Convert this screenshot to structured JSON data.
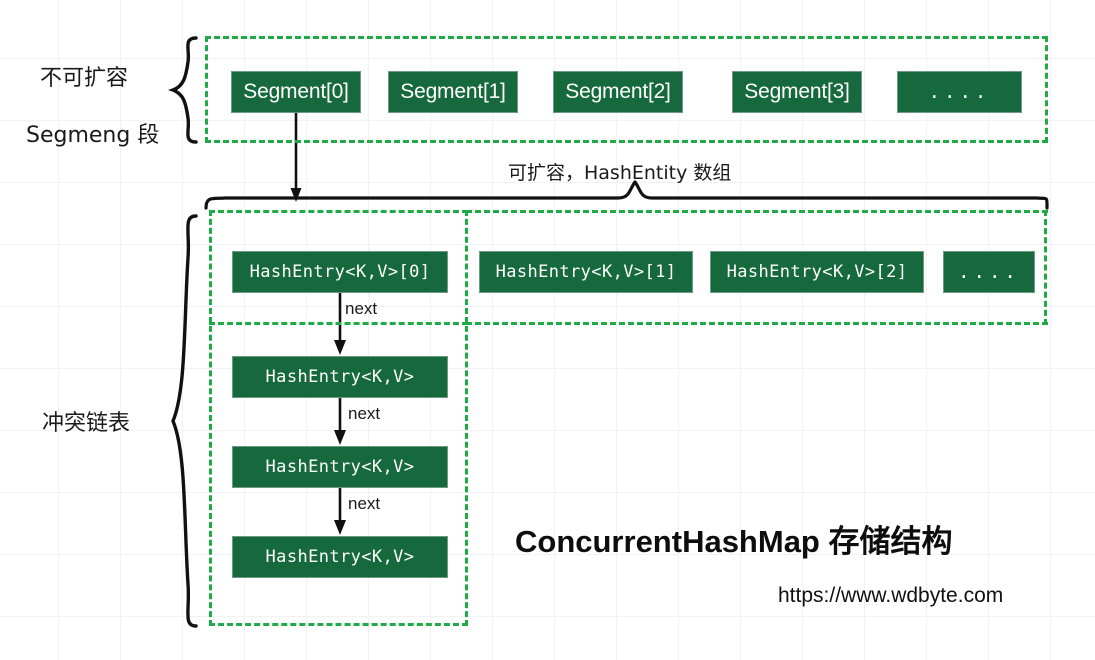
{
  "diagram": {
    "title": "ConcurrentHashMap 存储结构",
    "url": "https://www.wdbyte.com",
    "colors": {
      "node_fill": "#16693c",
      "node_text": "#ffffff",
      "dashed_region": "#1faa48",
      "arrow": "#111111",
      "grid": "#f2f2f2"
    },
    "labels": {
      "segment_region_line1": "不可扩容",
      "segment_region_line2": "Segmeng 段",
      "hashentity_array": "可扩容，HashEntity 数组",
      "collision_chain": "冲突链表"
    },
    "segment_row": {
      "items": [
        {
          "text": "Segment[0]"
        },
        {
          "text": "Segment[1]"
        },
        {
          "text": "Segment[2]"
        },
        {
          "text": "Segment[3]"
        },
        {
          "text": "...."
        }
      ]
    },
    "hashentry_row": {
      "items": [
        {
          "text": "HashEntry<K,V>[0]"
        },
        {
          "text": "HashEntry<K,V>[1]"
        },
        {
          "text": "HashEntry<K,V>[2]"
        },
        {
          "text": "...."
        }
      ]
    },
    "chain": {
      "nodes": [
        {
          "text": "HashEntry<K,V>"
        },
        {
          "text": "HashEntry<K,V>"
        },
        {
          "text": "HashEntry<K,V>"
        }
      ],
      "edge_labels": [
        "next",
        "next",
        "next"
      ]
    }
  }
}
